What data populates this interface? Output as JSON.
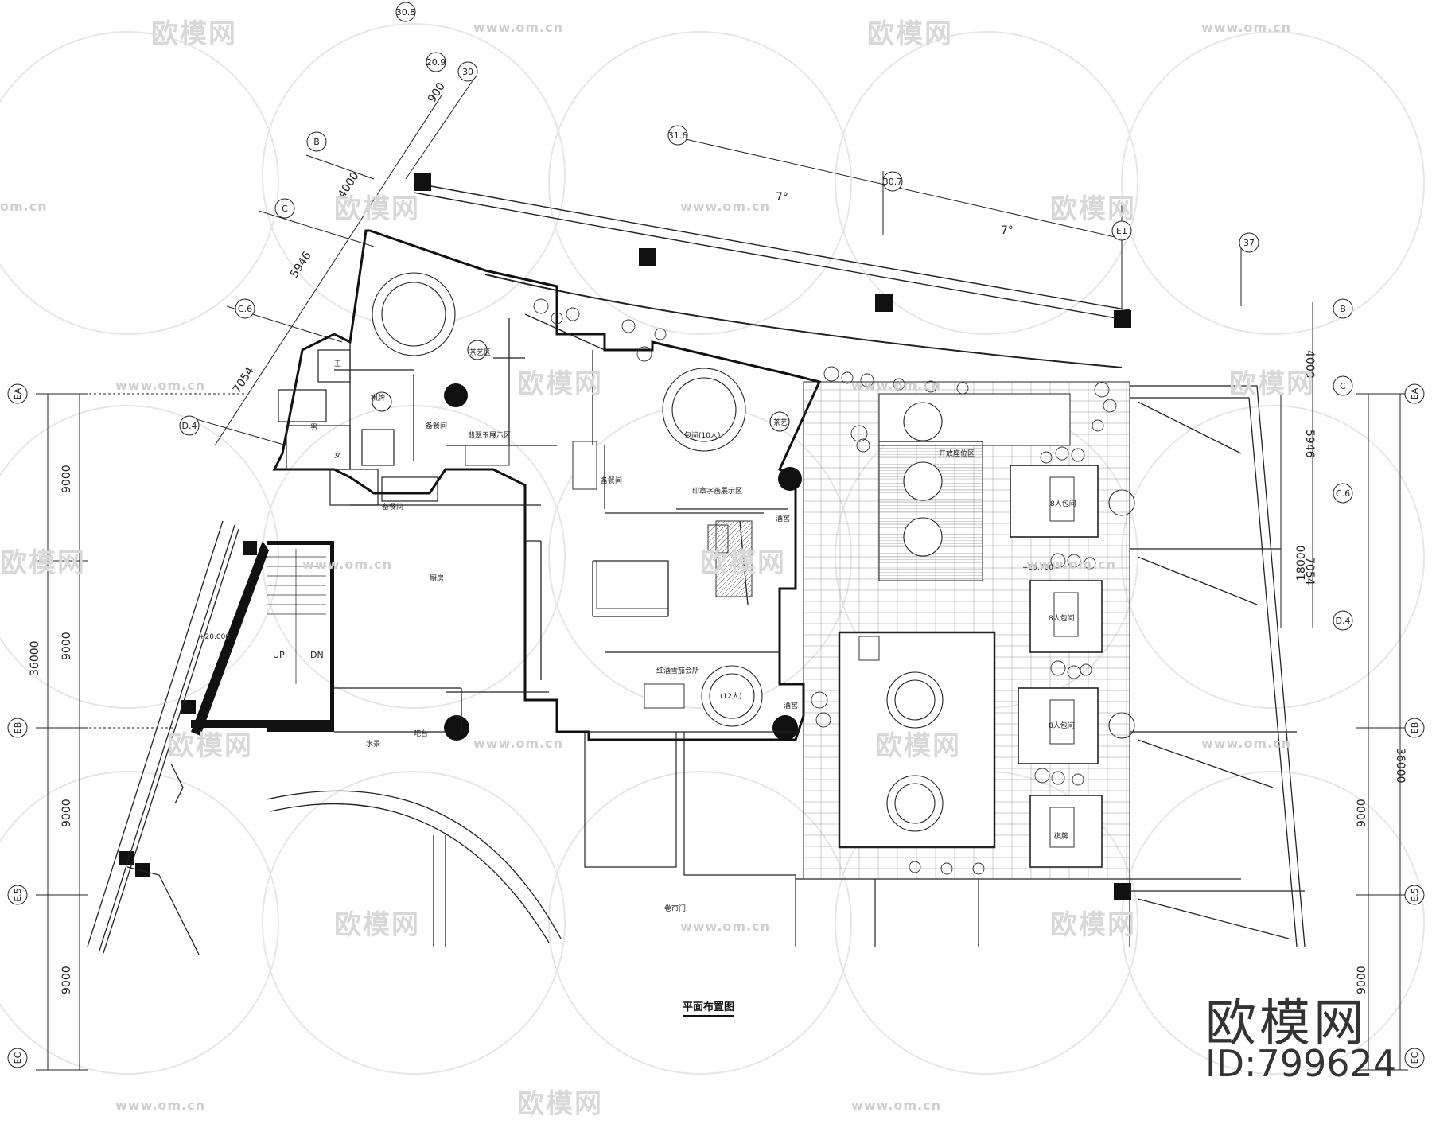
{
  "drawing": {
    "title": "平面布置图",
    "brand": "欧模网",
    "id_label": "ID:799624"
  },
  "watermarks": {
    "logo_text": "欧模网",
    "url_text": "www.om.cn",
    "url_short": "om.cn"
  },
  "dimensions": {
    "left_total": "36000",
    "left_bays": [
      "9000",
      "9000",
      "9000",
      "9000"
    ],
    "right_total": "36000",
    "right_bays": [
      "9000",
      "9000"
    ],
    "right_mid": "18000",
    "diag_left": [
      "900",
      "4000",
      "5946",
      "7054"
    ],
    "diag_right": [
      "4000",
      "5946",
      "7054"
    ],
    "angles": [
      "7°",
      "7°"
    ]
  },
  "grid_labels": {
    "left": [
      "EA",
      "EB",
      "E.5",
      "EC"
    ],
    "right": [
      "EA",
      "EB",
      "E.5",
      "EC"
    ],
    "top_diag": [
      "30",
      "20.9",
      "30.8",
      "B",
      "C",
      "C.6",
      "D.4"
    ],
    "top_arc": [
      "31.6",
      "30.7",
      "E1",
      "37"
    ],
    "right_diag": [
      "B",
      "C",
      "C.6",
      "D.4"
    ]
  },
  "rooms": {
    "tea": "茶艺区",
    "tea2": "茶艺",
    "chess": "棋牌",
    "service": "备餐间",
    "service2": "备餐间",
    "kitchen": "厨房",
    "display1": "翡翠玉展示区",
    "display2": "印章字画展示区",
    "vip10": "包间(10人)",
    "wine": "酒窖",
    "open_seating": "开放座位区",
    "private8_1": "8人包间",
    "private8_2": "8人包间",
    "private8_3": "8人包间",
    "chess2": "棋牌",
    "hall": "红酒雪茄会所",
    "hall_table": "(12人)",
    "stair_up": "UP",
    "stair_dn": "DN",
    "water": "水景",
    "bar": "吧台",
    "kitchen_door": "备餐间",
    "level1": "+20.000",
    "level2": "+20.700",
    "wine2": "酒窖",
    "rolling_door": "卷帘门",
    "toilet": "卫",
    "m": "男",
    "w": "女"
  }
}
